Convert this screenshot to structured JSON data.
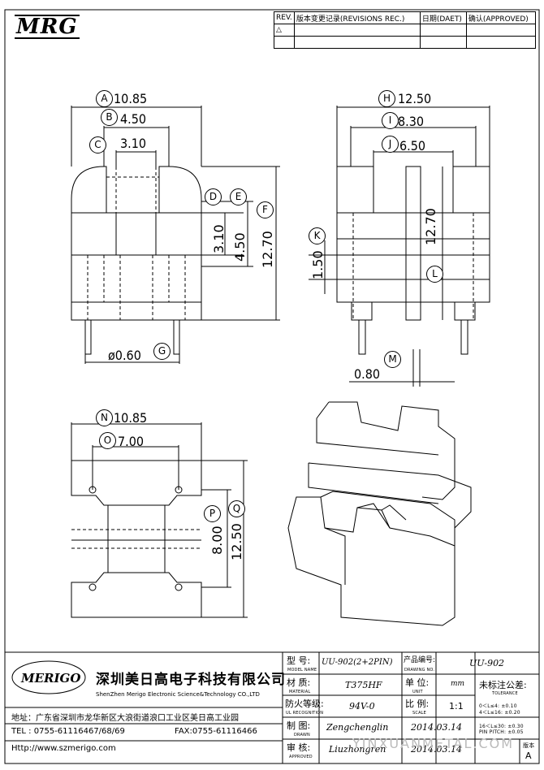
{
  "header": {
    "logo": "MRG",
    "rev_label": "REV.",
    "rev_symbol": "△",
    "changes_label": "版本变更记录(REVISIONS REC.)",
    "date_label": "日期(DAET)",
    "approve_label": "确认(APPROVED)"
  },
  "dims": {
    "A": "10.85",
    "B": "4.50",
    "C": "3.10",
    "F": "12.70",
    "E_val": "4.50",
    "D_val": "3.10",
    "G": "ø0.60",
    "H": "12.50",
    "I": "8.30",
    "J": "6.50",
    "K": "1.50",
    "L_val": "12.70",
    "M": "0.80",
    "N": "10.85",
    "O": "7.00",
    "P": "8.00",
    "Q": "12.50"
  },
  "bubbles": [
    "A",
    "B",
    "C",
    "D",
    "E",
    "F",
    "G",
    "H",
    "I",
    "J",
    "K",
    "L",
    "M",
    "N",
    "O",
    "P",
    "Q"
  ],
  "title_block": {
    "logo_text": "MERIGO",
    "company_cn": "深圳美日高电子科技有限公司",
    "company_en": "ShenZhen Merigo Electronic Science&Technology CO.,LTD",
    "address": "地址：广东省深圳市龙华新区大浪街道浪口工业区美日高工业园",
    "tel": "TEL : 0755-61116467/68/69",
    "fax": "FAX:0755-61116466",
    "http": "Http://www.szmerigo.com",
    "model_label": "型 号:",
    "model_label_en": "MODEL NAME",
    "model": "UU-902(2+2PIN)",
    "drawing_no_label": "产品编号:",
    "drawing_no_label_en": "DRAWING NO.",
    "drawing_no": "UU-902",
    "material_label": "材 质:",
    "material_label_en": "MATERIAL",
    "material": "T375HF",
    "unit_label": "单 位:",
    "unit_label_en": "UNIT",
    "unit": "mm",
    "tolerance_label": "未标注公差:",
    "tolerance_label_en": "TOLERANCE",
    "ul_label": "防火等级:",
    "ul_label_en": "UL RECOGNITION",
    "ul": "94V-0",
    "scale_label": "比 例:",
    "scale_label_en": "SCALE",
    "scale": "1:1",
    "drawn_label": "制 图:",
    "drawn_label_en": "DRAWN",
    "drawn": "Zengchenglin",
    "drawn_date": "2014.03.14",
    "approved_label": "审 核:",
    "approved_label_en": "APPROVED",
    "approved": "Liuzhongren",
    "approved_date": "2014.03.14",
    "tol_lines": [
      "0＜L≤4:  ±0.10",
      "4＜L≤16:  ±0.20",
      "16＜L≤30: ±0.30",
      "PIN PITCH: ±0.05"
    ],
    "version_label": "版本",
    "version": "A",
    "watermark": "YINXUANMETAL.COM"
  }
}
